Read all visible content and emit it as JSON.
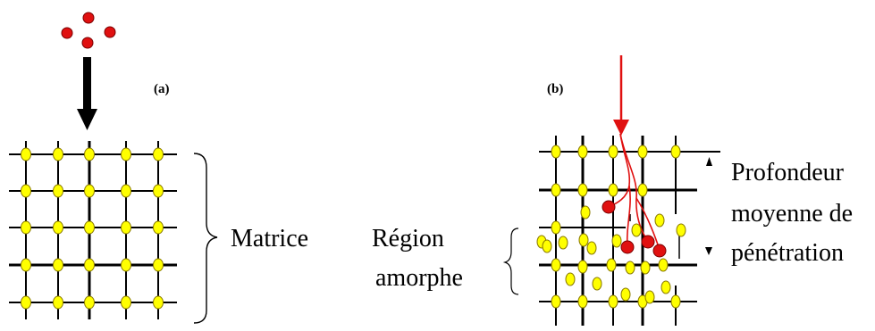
{
  "panel_a": {
    "label": "(a)",
    "matrix_label": "Matrice"
  },
  "panel_b": {
    "label": "(b)",
    "region_label_line1": "Région",
    "region_label_line2": "amorphe",
    "depth_label_line1": "Profondeur",
    "depth_label_line2": "moyenne de",
    "depth_label_line3": "pénétration"
  },
  "colors": {
    "atom": "#ffff00",
    "atom_outline": "#8a7a00",
    "ion": "#e01010",
    "ion_outline": "#7a0000",
    "ion_beam_b": "#e01010",
    "lattice": "#000000"
  }
}
